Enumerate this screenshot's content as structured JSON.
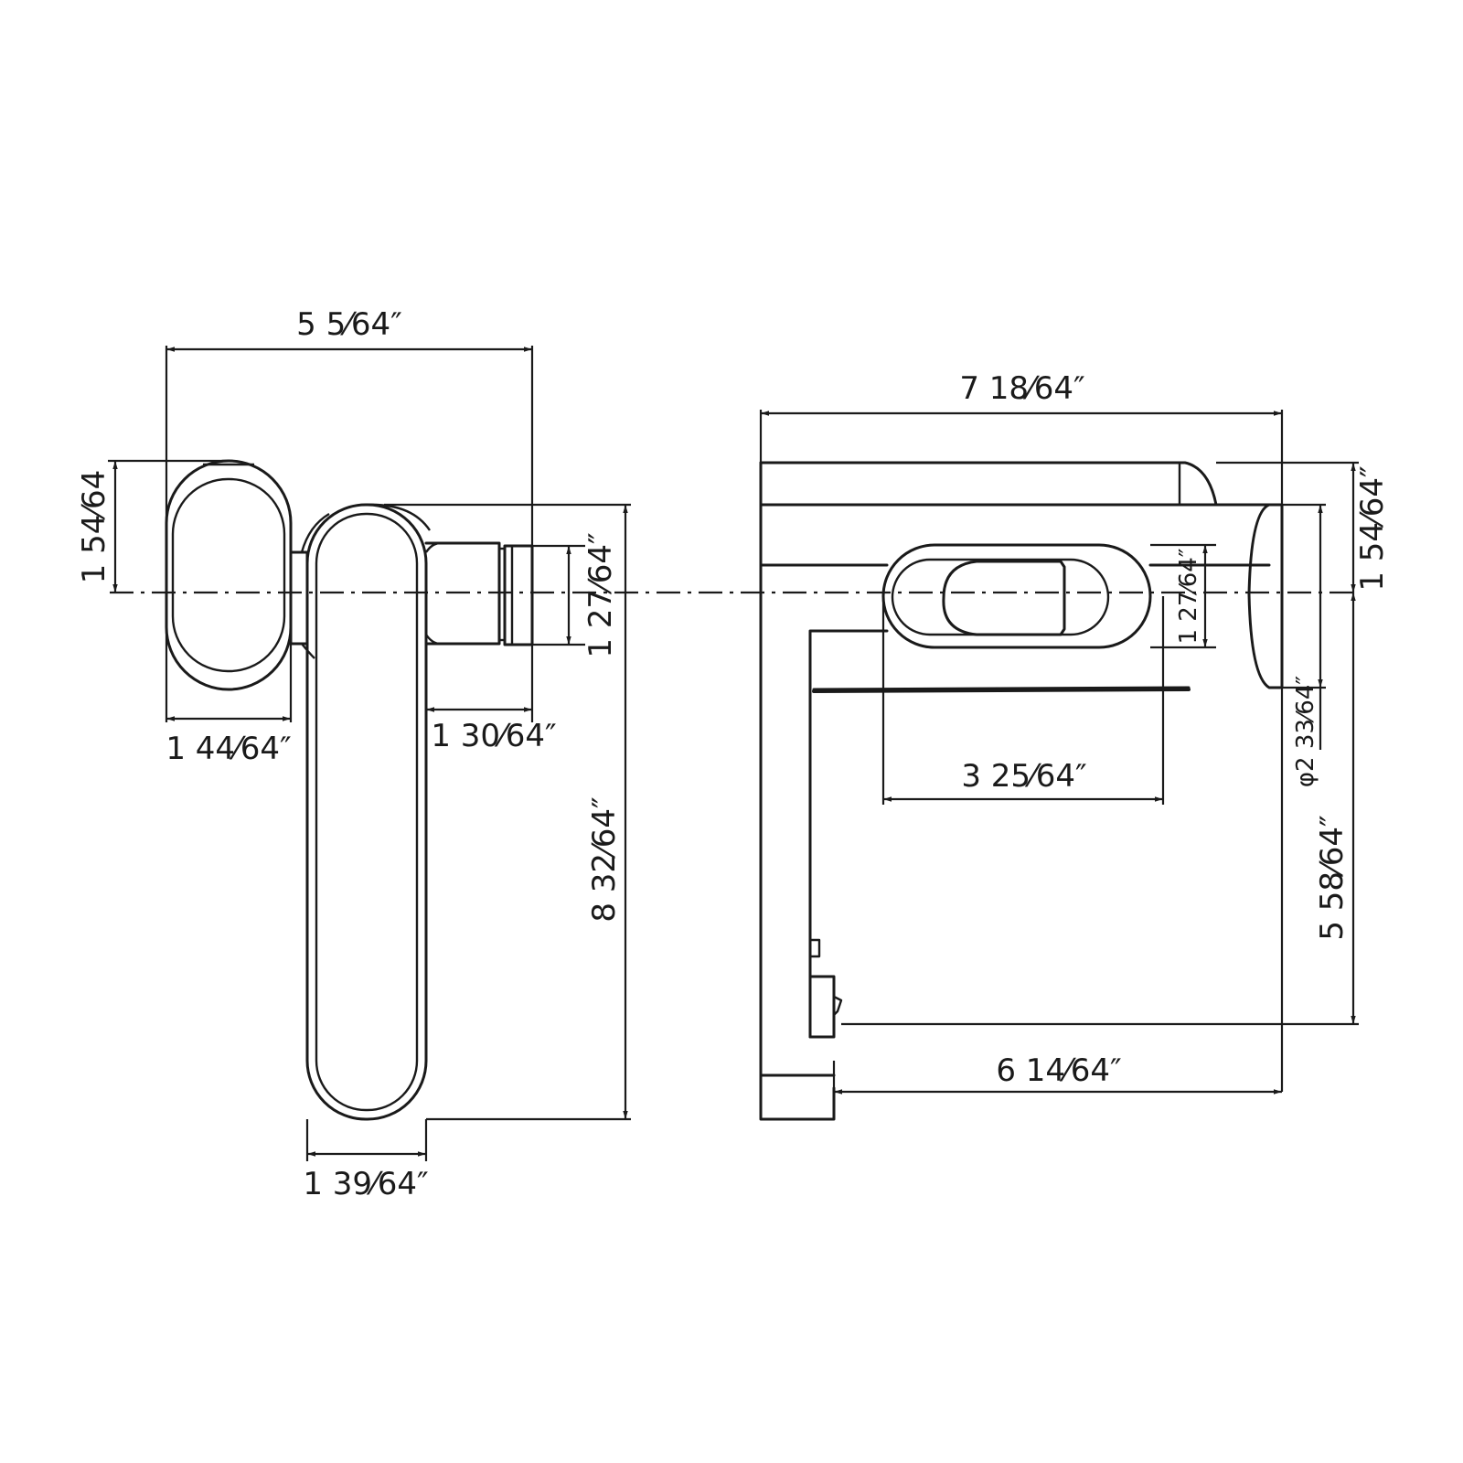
{
  "dimensions": {
    "overall_width_left": "5 5⁄64″",
    "handle_height_left": "1 54⁄64",
    "aerator_height_left": "1 27⁄64″",
    "base_width_left": "1 44⁄64″",
    "spout_offset_left": "1 30⁄64″",
    "overall_height_left": "8 32⁄64″",
    "body_width_left": "1 39⁄64″",
    "overall_width_right": "7 18⁄64″",
    "cover_height_right": "1 54⁄64″",
    "aerator_height_right": "1 27⁄64″",
    "flange_diameter_right": "φ2 33⁄64″",
    "aerator_width_right": "3 25⁄64″",
    "mount_height_right": "5 58⁄64″",
    "spout_reach_right": "6 14⁄64″"
  }
}
